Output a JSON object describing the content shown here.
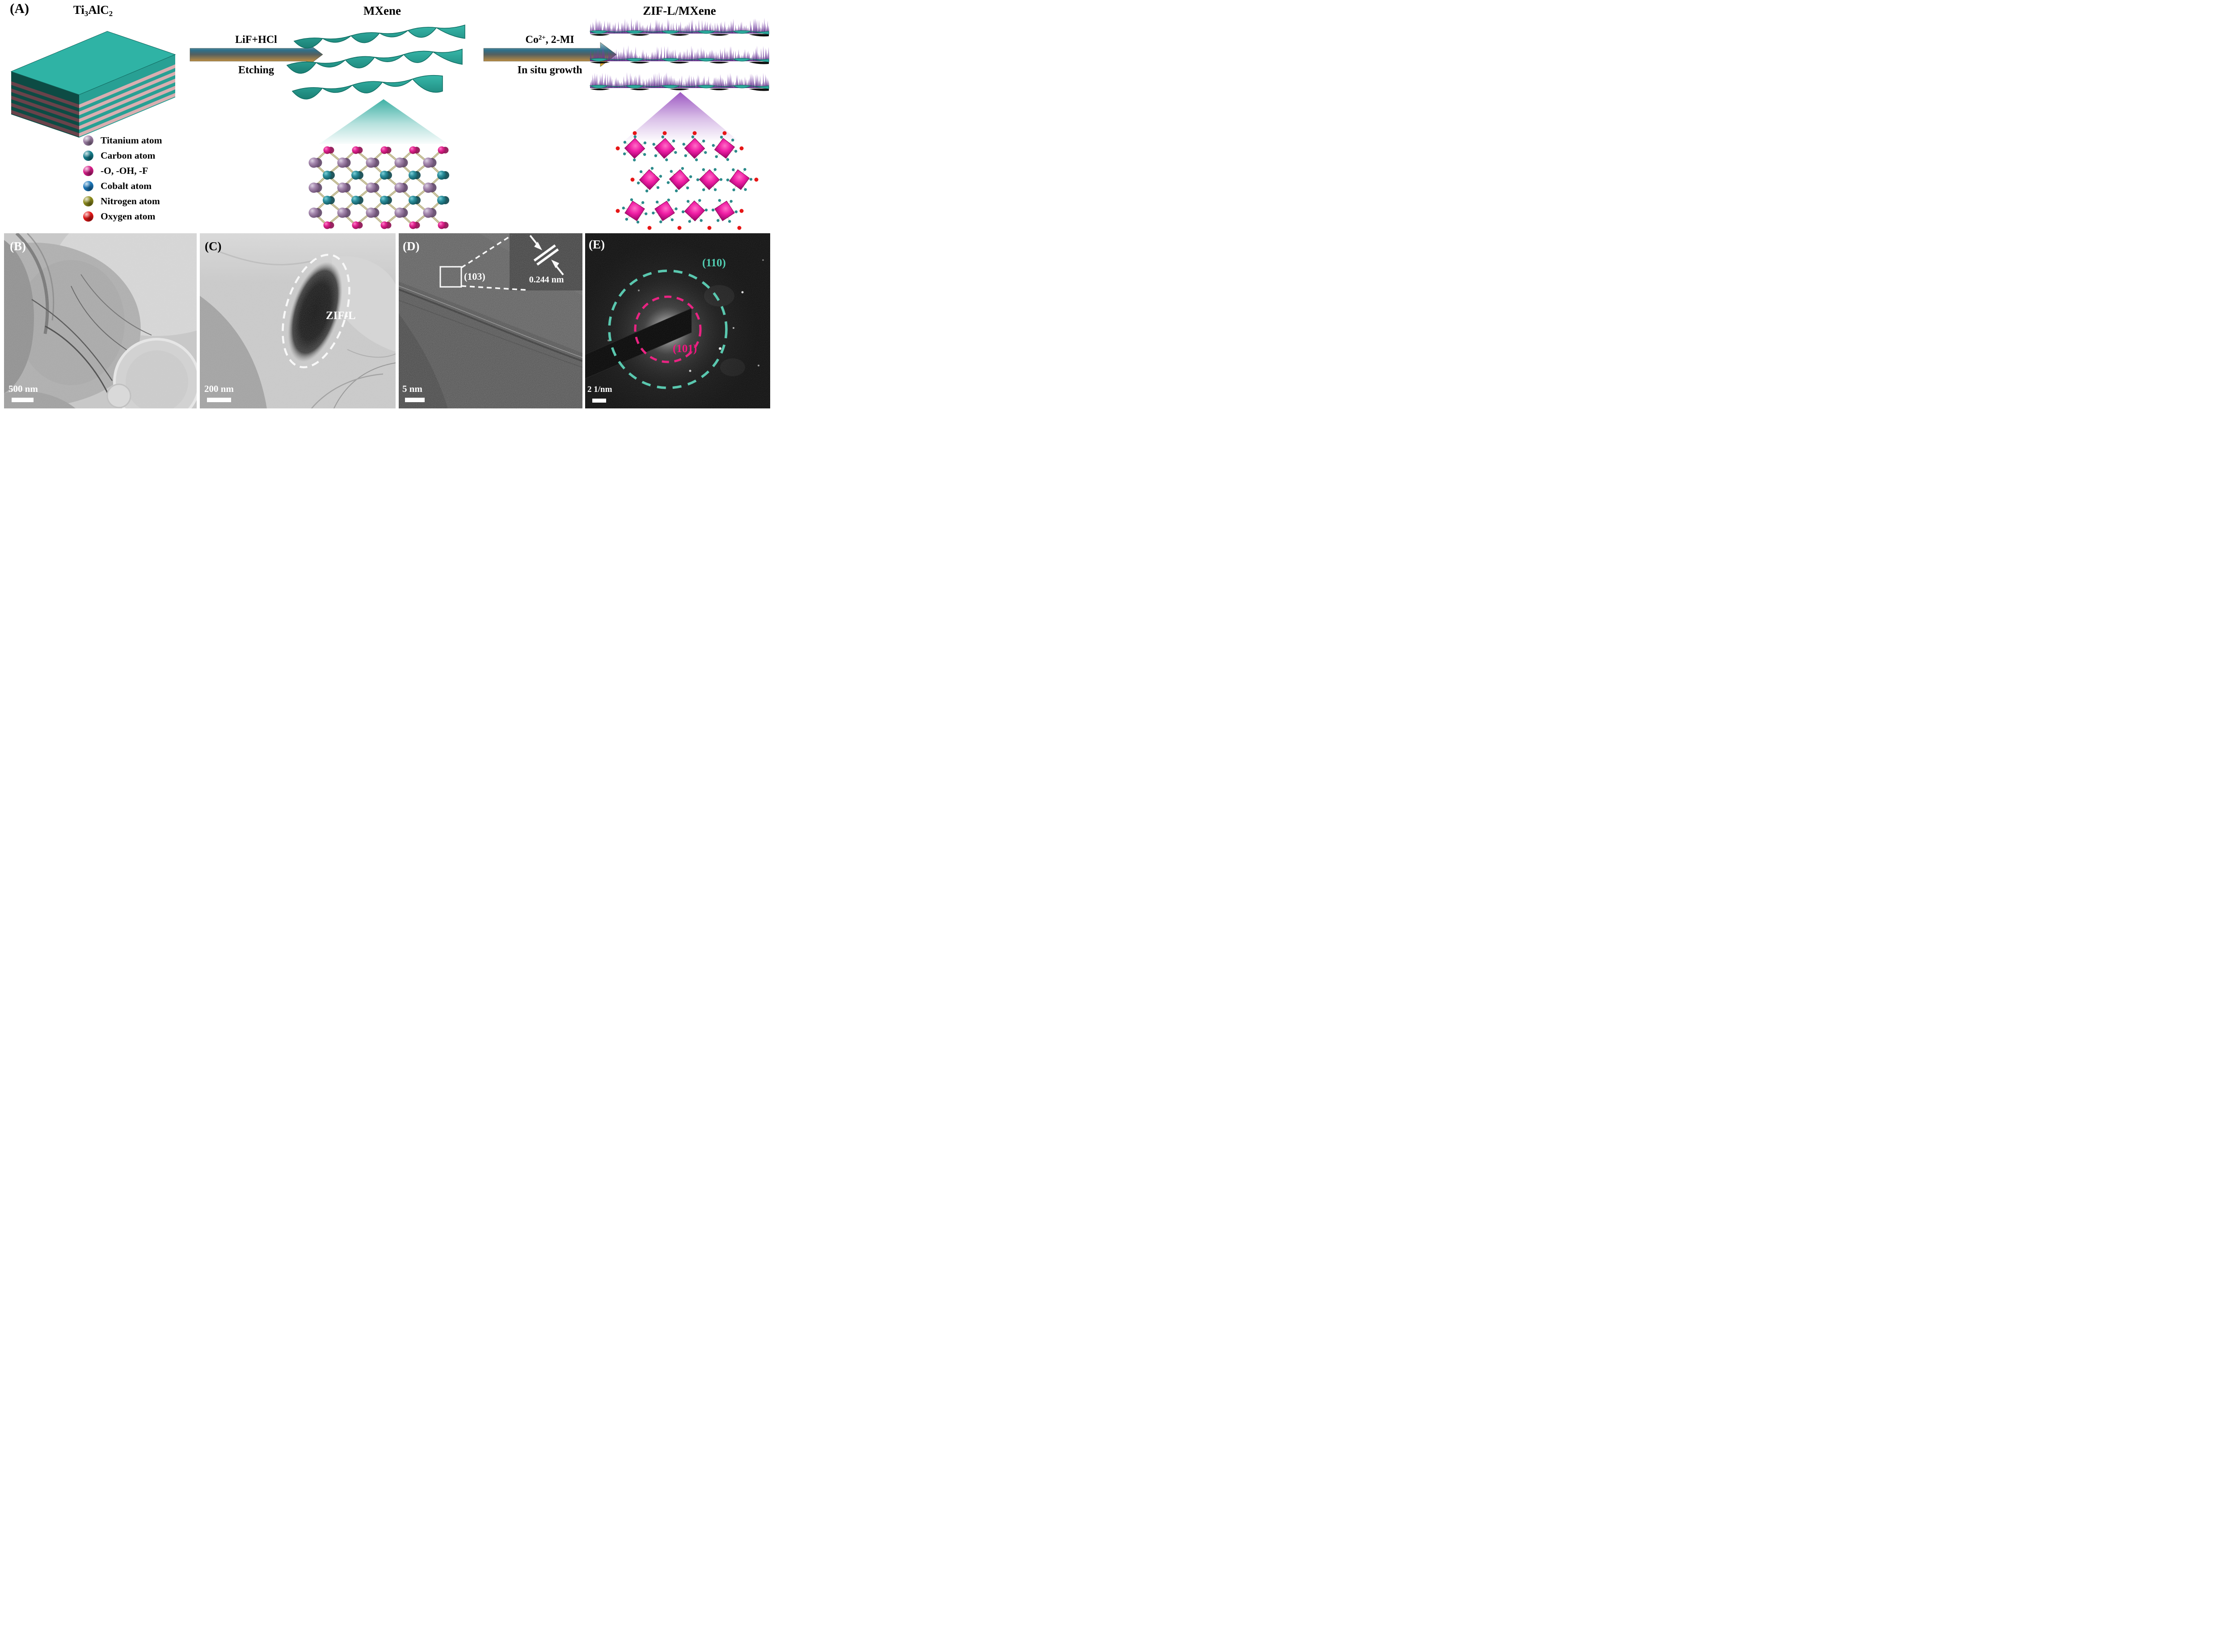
{
  "figure": {
    "panel_a": {
      "label": "(A)",
      "precursor": {
        "f1": "Ti",
        "s1": "3",
        "f2": "AlC",
        "s2": "2"
      },
      "mxene_label": "MXene",
      "zifl_label": "ZIF-L/MXene",
      "step1": {
        "reagent": "LiF+HCl",
        "process": "Etching"
      },
      "step2": {
        "reagent_base": "Co",
        "reagent_sup": "2+",
        "reagent_rest": ", 2-MI",
        "process": "In situ growth"
      },
      "legend": {
        "items": [
          {
            "name": "Titanium atom",
            "color": "#9d7fa5"
          },
          {
            "name": "Carbon atom",
            "color": "#15808f"
          },
          {
            "name": "-O, -OH, -F",
            "color": "#d81d89"
          },
          {
            "name": "Cobalt atom",
            "color": "#1b79bd"
          },
          {
            "name": "Nitrogen atom",
            "color": "#8e8c1c"
          },
          {
            "name": "Oxygen atom",
            "color": "#e61616"
          }
        ]
      }
    },
    "panel_b": {
      "label": "(B)",
      "scale_bar": "500 nm"
    },
    "panel_c": {
      "label": "(C)",
      "annotation": "ZIF-L",
      "scale_bar": "200 nm"
    },
    "panel_d": {
      "label": "(D)",
      "lattice_plane": "(103)",
      "d_spacing": "0.244 nm",
      "scale_bar": "5 nm"
    },
    "panel_e": {
      "label": "(E)",
      "outer_ring": "(110)",
      "inner_ring": "(101)",
      "scale_bar": "2 1/nm",
      "outer_ring_color": "#52cfb3",
      "inner_ring_color": "#f51480"
    },
    "colors": {
      "mxene_teal": "#2ba89c",
      "zif_purple": "#7c3fa7",
      "al_layer_pink": "#d9aeb0"
    }
  }
}
